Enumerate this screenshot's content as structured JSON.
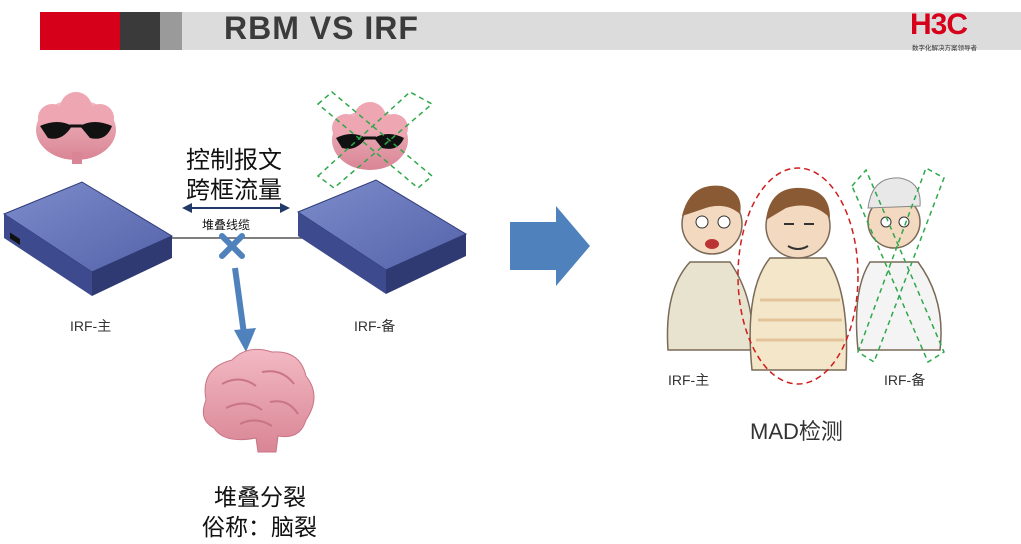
{
  "header": {
    "title": "RBM  VS  IRF"
  },
  "logo": {
    "brand": "H3C",
    "tagline": "数字化解决方案领导者"
  },
  "left_diagram": {
    "link_text_line1": "控制报文",
    "link_text_line2": "跨框流量",
    "cable_label": "堆叠线缆",
    "master_label": "IRF-主",
    "backup_label": "IRF-备",
    "result_line1": "堆叠分裂",
    "result_line2": "俗称：脑裂"
  },
  "right_diagram": {
    "master_label": "IRF-主",
    "backup_label": "IRF-备",
    "detect_label": "MAD检测"
  },
  "colors": {
    "brand_red": "#d7001b",
    "switch_blue": "#5b6bb0",
    "arrow_blue": "#4f81bd",
    "cross_green": "#2ea84a",
    "ellipse_red": "#d01c1c",
    "brain_pink": "#e89aa8"
  }
}
